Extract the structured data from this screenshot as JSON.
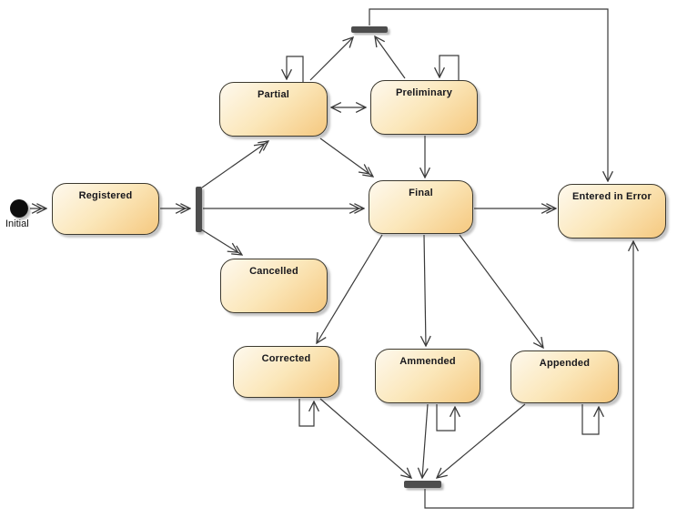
{
  "diagram_type": "uml-state-machine",
  "initial": {
    "label": "Initial"
  },
  "states": {
    "registered": "Registered",
    "partial": "Partial",
    "preliminary": "Preliminary",
    "final": "Final",
    "cancelled": "Cancelled",
    "corrected": "Corrected",
    "ammended": "Ammended",
    "appended": "Appended",
    "entered_in_error": "Entered in Error"
  },
  "bars": {
    "fork": "fork-bar",
    "join_top": "join-bar-top",
    "join_bottom": "join-bar-bottom"
  },
  "edges": [
    {
      "from": "Initial",
      "to": "Registered"
    },
    {
      "from": "Registered",
      "to": "fork-bar"
    },
    {
      "from": "fork-bar",
      "to": "Partial"
    },
    {
      "from": "fork-bar",
      "to": "Final"
    },
    {
      "from": "fork-bar",
      "to": "Cancelled"
    },
    {
      "from": "Partial",
      "to": "Preliminary",
      "bidirectional": true
    },
    {
      "from": "Partial",
      "to": "Partial",
      "self": true
    },
    {
      "from": "Preliminary",
      "to": "Preliminary",
      "self": true
    },
    {
      "from": "Partial",
      "to": "join-bar-top"
    },
    {
      "from": "Preliminary",
      "to": "join-bar-top"
    },
    {
      "from": "join-bar-top",
      "to": "Entered in Error"
    },
    {
      "from": "Partial",
      "to": "Final"
    },
    {
      "from": "Preliminary",
      "to": "Final"
    },
    {
      "from": "Final",
      "to": "Entered in Error"
    },
    {
      "from": "Final",
      "to": "Corrected"
    },
    {
      "from": "Final",
      "to": "Ammended"
    },
    {
      "from": "Final",
      "to": "Appended"
    },
    {
      "from": "Corrected",
      "to": "Corrected",
      "self": true
    },
    {
      "from": "Ammended",
      "to": "Ammended",
      "self": true
    },
    {
      "from": "Appended",
      "to": "Appended",
      "self": true
    },
    {
      "from": "Corrected",
      "to": "join-bar-bottom"
    },
    {
      "from": "Ammended",
      "to": "join-bar-bottom"
    },
    {
      "from": "Appended",
      "to": "join-bar-bottom"
    },
    {
      "from": "join-bar-bottom",
      "to": "Entered in Error"
    }
  ],
  "colors": {
    "background": "#FFFFFF",
    "state_fill_light": "#FEF9EE",
    "state_fill_dark": "#F5C87F",
    "state_border": "#3D3A30",
    "bar_fill": "#4D4D4D",
    "line": "#3A3A3A",
    "label_text": "#17171C"
  }
}
